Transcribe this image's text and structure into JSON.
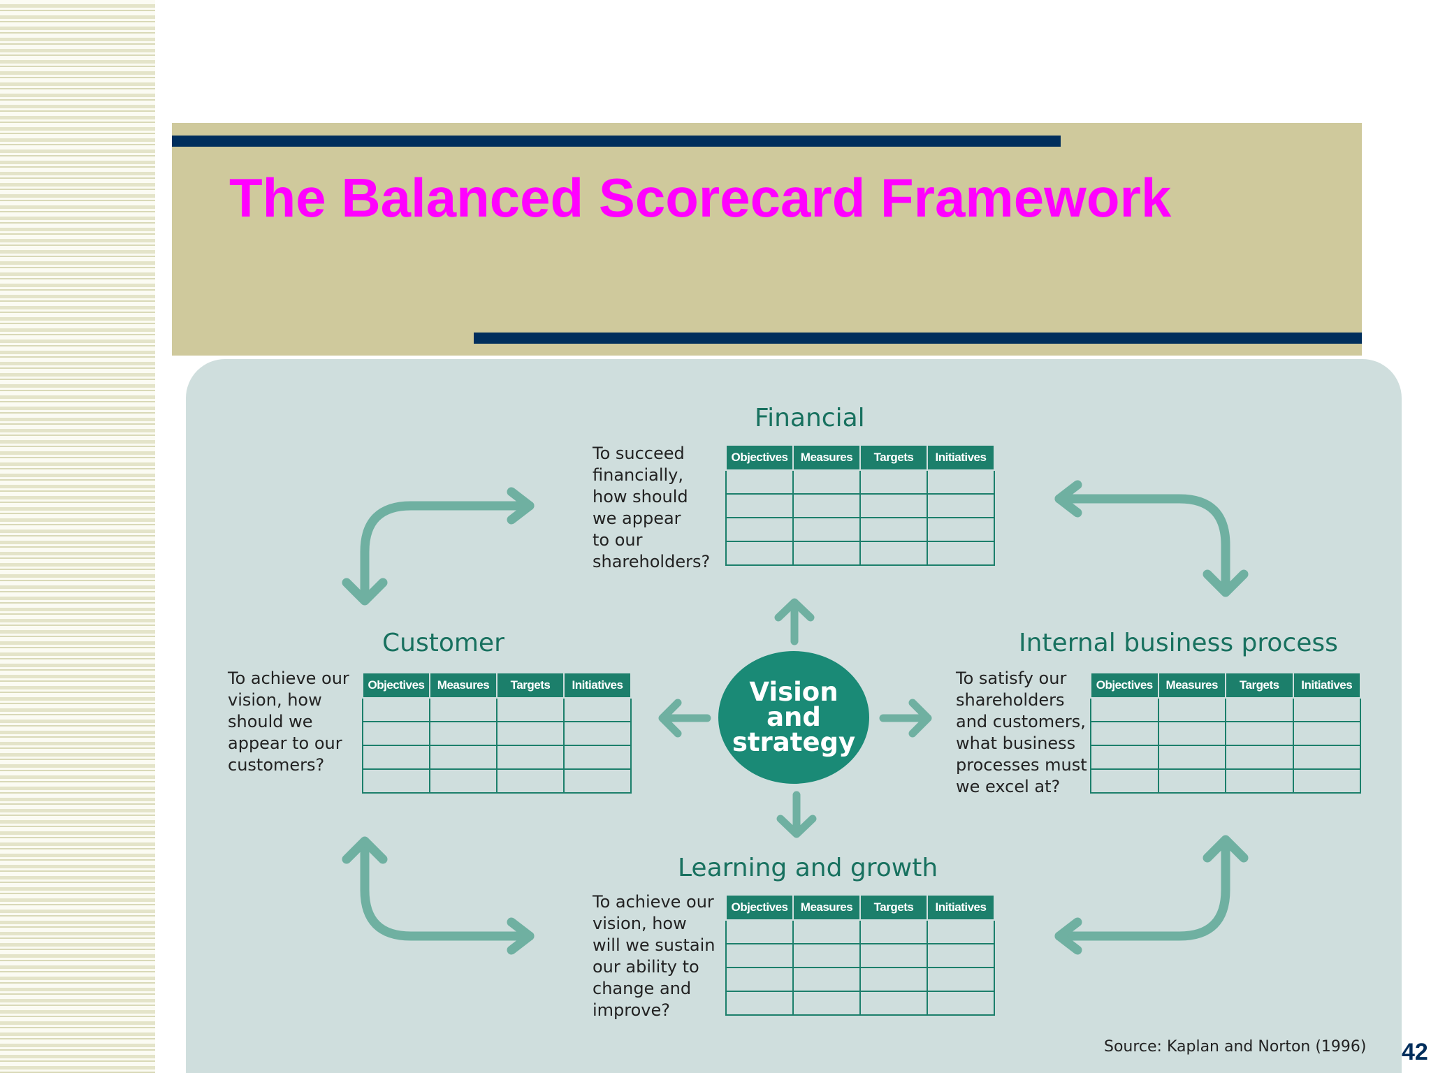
{
  "slide": {
    "title": "The Balanced Scorecard Framework",
    "page_number": "42"
  },
  "diagram": {
    "center": "Vision\nand\nstrategy",
    "columns": [
      "Objectives",
      "Measures",
      "Targets",
      "Initiatives"
    ],
    "perspectives": {
      "financial": {
        "heading": "Financial",
        "question": "To succeed\nfinancially,\nhow should\nwe appear\nto our\nshareholders?"
      },
      "customer": {
        "heading": "Customer",
        "question": "To achieve our\nvision, how\nshould we\nappear to our\ncustomers?"
      },
      "internal": {
        "heading": "Internal business process",
        "question": "To satisfy our\nshareholders\nand customers,\nwhat business\nprocesses must\nwe excel at?"
      },
      "learning": {
        "heading": "Learning and growth",
        "question": "To achieve our\nvision, how\nwill we sustain\nour ability to\nchange and\nimprove?"
      }
    },
    "source": "Source: Kaplan and Norton (1996)"
  },
  "colors": {
    "accent": "#1c7f6b",
    "title": "#ff00ff",
    "band": "#cfc99c",
    "bar": "#002e5c",
    "panel": "#cfdedd"
  }
}
